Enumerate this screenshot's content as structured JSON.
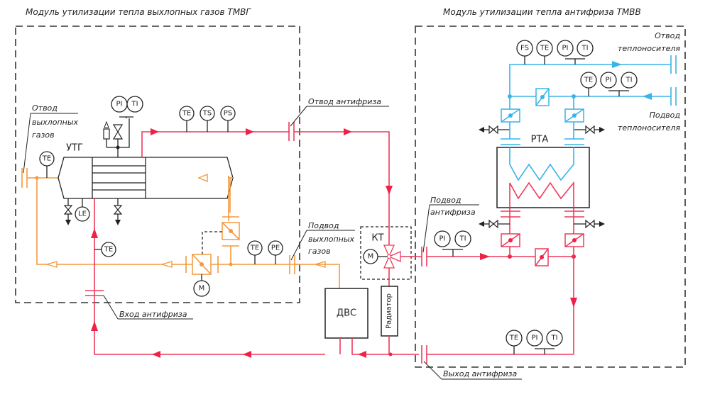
{
  "modules": {
    "left_title": "Модуль утилизации тепла выхлопных газов ТМВГ",
    "right_title": "Модуль утилизации тепла антифриза ТМВВ"
  },
  "equipment": {
    "utg": "УТГ",
    "dvs": "ДВС",
    "radiator": "Радиатор",
    "kt": "КТ",
    "rta": "РТА",
    "motor": "M"
  },
  "labels": {
    "exhaust_out_1": "Отвод",
    "exhaust_out_2": "выхлопных",
    "exhaust_out_3": "газов",
    "antifreeze_out": "Отвод антифриза",
    "exhaust_in_1": "Подвод",
    "exhaust_in_2": "выхлопных",
    "exhaust_in_3": "газов",
    "antifreeze_in": "Вход антифриза",
    "antifreeze_supply_1": "Подвод",
    "antifreeze_supply_2": "антифриза",
    "antifreeze_exit": "Выход антифриза",
    "coolant_out_1": "Отвод",
    "coolant_out_2": "теплоносителя",
    "coolant_in_1": "Подвод",
    "coolant_in_2": "теплоносителя"
  },
  "instruments": {
    "utg_pi": "PI",
    "utg_ti": "TI",
    "utg_te": "TE",
    "utg_le": "LE",
    "hot_te": "TE",
    "hot_ts": "TS",
    "hot_ps": "PS",
    "ret_te": "TE",
    "exh_te": "TE",
    "exh_pe": "PE",
    "sup_pi": "PI",
    "sup_ti": "TI",
    "cool_fs": "FS",
    "cool_te": "TE",
    "cool_pi": "PI",
    "cool_ti": "TI",
    "cin_te": "TE",
    "cin_pi": "PI",
    "cin_ti": "TI",
    "exit_te": "TE",
    "exit_pi": "PI",
    "exit_ti": "TI"
  },
  "colors": {
    "antifreeze": "#ee3a5c",
    "exhaust": "#f39a3e",
    "coolant": "#38b4e8"
  }
}
